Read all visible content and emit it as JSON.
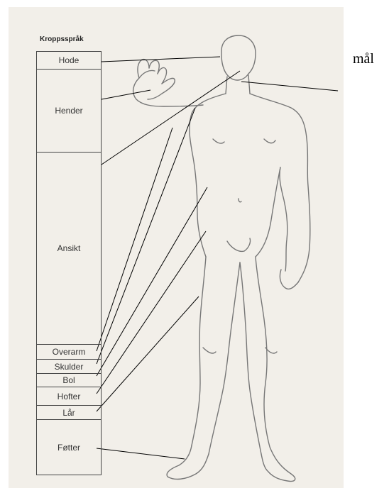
{
  "diagram": {
    "title": "Kroppsspråk",
    "side_note": "mål",
    "labels": {
      "hode": "Hode",
      "hender": "Hender",
      "ansikt": "Ansikt",
      "overarm": "Overarm",
      "skulder": "Skulder",
      "bol": "Bol",
      "hofter": "Hofter",
      "lar": "Lår",
      "fotter": "Føtter"
    },
    "colors": {
      "paper": "#f2efe9",
      "ink": "#444444",
      "figure_line": "#777777"
    }
  }
}
